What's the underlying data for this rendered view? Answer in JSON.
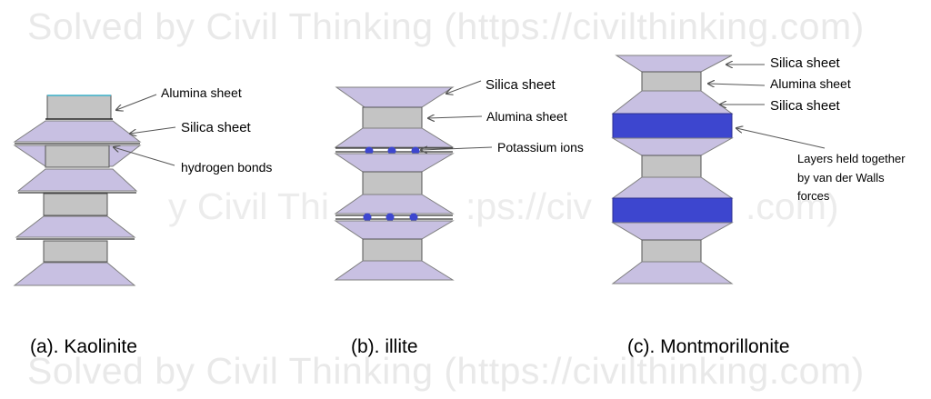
{
  "watermark": {
    "text": "Solved by Civil Thinking (https://civilthinking.com)",
    "mid_left": "y Civil Thi",
    "mid_center": ":ps://civ",
    "mid_right": ".com)"
  },
  "kaolinite": {
    "labels": {
      "alumina": "Alumina sheet",
      "silica": "Silica sheet",
      "hydrogen": "hydrogen bonds"
    },
    "caption": "(a). Kaolinite"
  },
  "illite": {
    "labels": {
      "silica": "Silica sheet",
      "alumina": "Alumina sheet",
      "potassium": "Potassium ions"
    },
    "caption": "(b). illite"
  },
  "montmorillonite": {
    "labels": {
      "silica_top": "Silica sheet",
      "alumina": "Alumina sheet",
      "silica": "Silica sheet",
      "layers_line1": "Layers held together",
      "layers_line2": "by van der Walls",
      "layers_line3": "forces"
    },
    "caption": "(c). Montmorillonite"
  },
  "colors": {
    "silica": "#c8c0e2",
    "alumina": "#c4c4c4",
    "ion": "#3d46cf",
    "vdw": "#3d46cf",
    "outline": "#7f7f7f"
  }
}
